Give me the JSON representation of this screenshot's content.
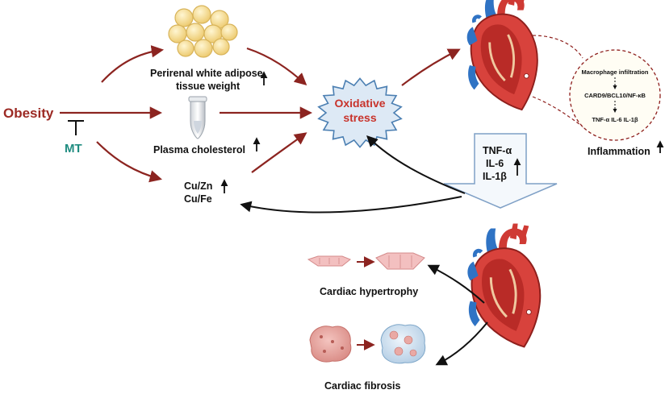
{
  "left": {
    "obesity": "Obesity",
    "mt": "MT"
  },
  "factors": {
    "adipose_line1": "Perirenal white adipose",
    "adipose_line2": "tissue weight",
    "cholesterol": "Plasma cholesterol",
    "cuzn": "Cu/Zn",
    "cufe": "Cu/Fe"
  },
  "center": {
    "stress_line1": "Oxidative",
    "stress_line2": "stress"
  },
  "inflammation": {
    "macrophage": "Macrophage infiltration",
    "pathway": "CARD9/BCL10/NF-κB",
    "cytokines_row": "TNF-α IL-6 IL-1β",
    "label": "Inflammation"
  },
  "cytokines": [
    "TNF-α",
    "IL-6",
    "IL-1β"
  ],
  "outcomes": {
    "hypertrophy": "Cardiac hypertrophy",
    "fibrosis": "Cardiac fibrosis"
  },
  "colors": {
    "obesity": "#9c2a24",
    "mt": "#1f8c80",
    "arrow_red": "#8c2420",
    "arrow_black": "#111111",
    "burst_fill": "#dde9f5",
    "burst_stroke": "#4b7fb2",
    "stress_text": "#c8332b",
    "big_arrow_fill": "#f4f8fc",
    "big_arrow_stroke": "#7fa0c6",
    "heart_red": "#d53a35",
    "heart_dark": "#8e1f1c",
    "vessel_blue": "#2f73c4",
    "fat": "#f5dc8f",
    "cell_pink": "#f3c0c0",
    "fibrosis_pink": "#e9a9a4",
    "fibrosis_blue": "#c9dded"
  }
}
